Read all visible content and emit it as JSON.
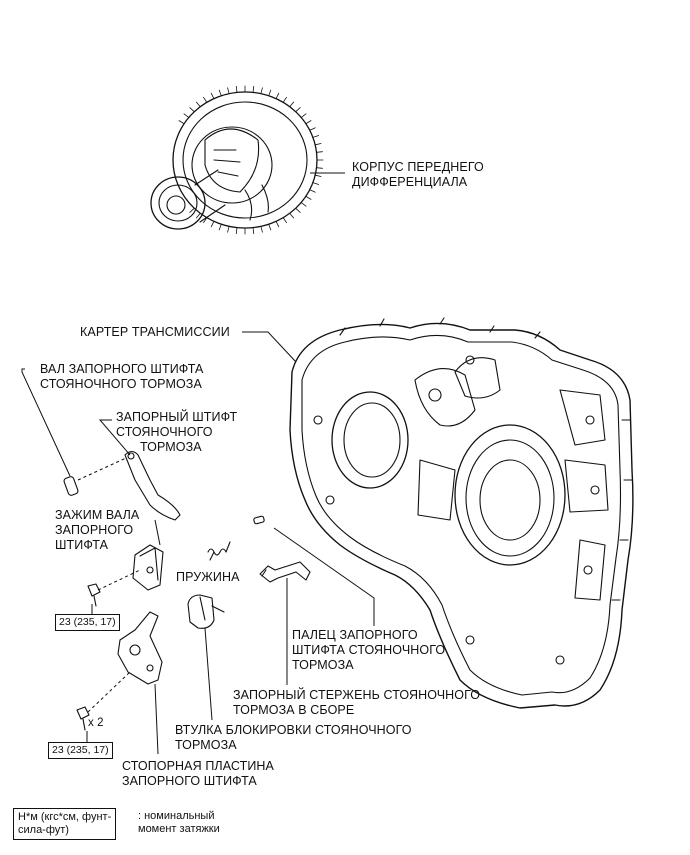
{
  "labels": {
    "differential": [
      "КОРПУС ПЕРЕДНЕГО",
      "ДИФФЕРЕНЦИАЛА"
    ],
    "case": [
      "КАРТЕР ТРАНСМИССИИ"
    ],
    "shaft": [
      "ВАЛ ЗАПОРНОГО ШТИФТА",
      "СТОЯНОЧНОГО ТОРМОЗА"
    ],
    "pawl": [
      "ЗАПОРНЫЙ ШТИФТ",
      "СТОЯНОЧНОГО",
      "ТОРМОЗА"
    ],
    "clamp": [
      "ЗАЖИМ ВАЛА",
      "ЗАПОРНОГО",
      "ШТИФТА"
    ],
    "spring": [
      "ПРУЖИНА"
    ],
    "pin": [
      "ПАЛЕЦ ЗАПОРНОГО",
      "ШТИФТА СТОЯНОЧНОГО",
      "ТОРМОЗА"
    ],
    "rod": [
      "ЗАПОРНЫЙ СТЕРЖЕНЬ СТОЯНОЧНОГО",
      "ТОРМОЗА В СБОРЕ"
    ],
    "sleeve": [
      "ВТУЛКА БЛОКИРОВКИ СТОЯНОЧНОГО",
      "ТОРМОЗА"
    ],
    "plate": [
      "СТОПОРНАЯ ПЛАСТИНА",
      "ЗАПОРНОГО ШТИФТА"
    ]
  },
  "torque_1": "23 (235, 17)",
  "torque_2": "23 (235, 17)",
  "qty": "x 2",
  "legend": {
    "units": [
      "Н*м (кгс*см, фунт-",
      "сила-фут)"
    ],
    "meaning": [
      ": номинальный",
      "момент затяжки"
    ]
  }
}
